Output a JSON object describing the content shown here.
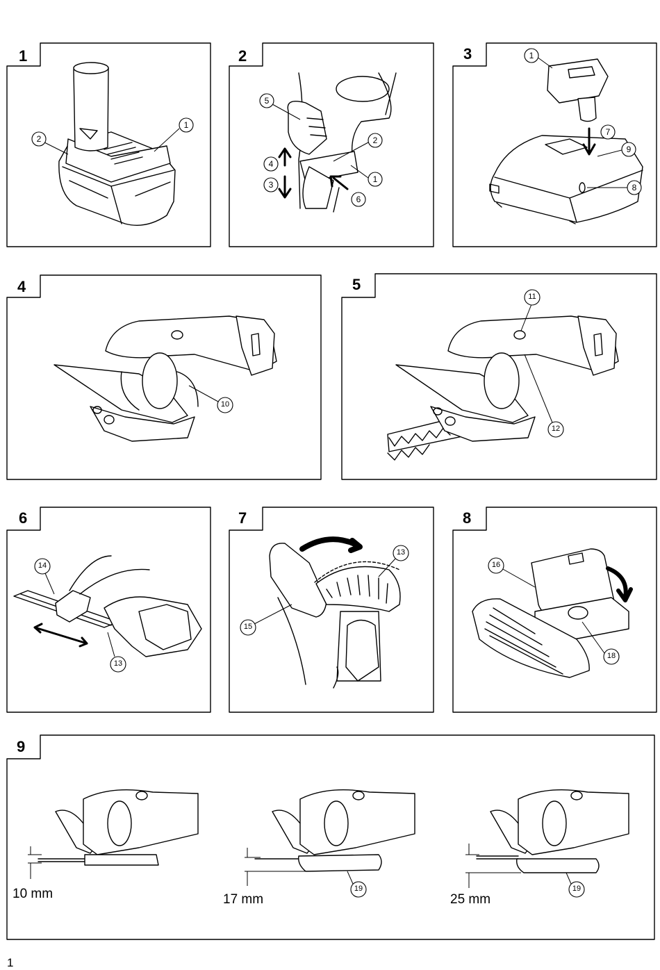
{
  "figures": [
    {
      "num": "1",
      "callouts": [
        "1",
        "2"
      ]
    },
    {
      "num": "2",
      "callouts": [
        "5",
        "2",
        "4",
        "1",
        "3",
        "6"
      ]
    },
    {
      "num": "3",
      "callouts": [
        "1",
        "7",
        "9",
        "8"
      ]
    },
    {
      "num": "4",
      "callouts": [
        "10"
      ]
    },
    {
      "num": "5",
      "callouts": [
        "11",
        "12"
      ]
    },
    {
      "num": "6",
      "callouts": [
        "14",
        "13"
      ]
    },
    {
      "num": "7",
      "callouts": [
        "13",
        "15"
      ]
    },
    {
      "num": "8",
      "callouts": [
        "16",
        "18"
      ]
    },
    {
      "num": "9",
      "callouts": [
        "19",
        "19"
      ],
      "heights": [
        "10 mm",
        "17 mm",
        "25 mm"
      ]
    }
  ],
  "page_number": "1"
}
